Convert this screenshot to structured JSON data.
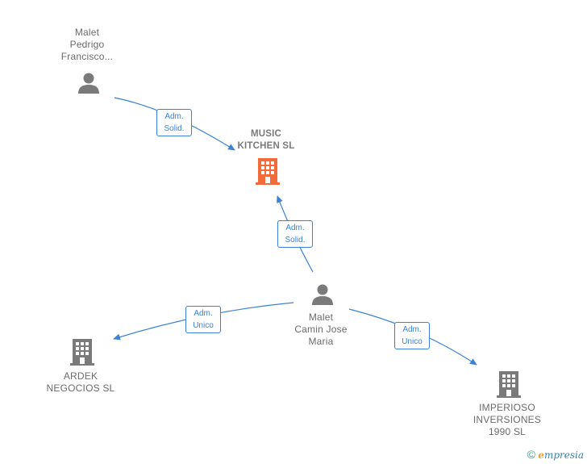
{
  "nodes": {
    "malet_pedrigo": {
      "label": "Malet\nPedrigo\nFrancisco..."
    },
    "music_kitchen": {
      "label": "MUSIC\nKITCHEN  SL"
    },
    "malet_camin": {
      "label": "Malet\nCamin Jose\nMaria"
    },
    "ardek": {
      "label": "ARDEK\nNEGOCIOS  SL"
    },
    "imperioso": {
      "label": "IMPERIOSO\nINVERSIONES\n1990  SL"
    }
  },
  "edges": {
    "e1": {
      "label": "Adm.\nSolid."
    },
    "e2": {
      "label": "Adm.\nSolid."
    },
    "e3": {
      "label": "Adm.\nUnico"
    },
    "e4": {
      "label": "Adm.\nUnico"
    }
  },
  "colors": {
    "edge": "#3b82d6",
    "person": "#7a7a7a",
    "company": "#7a7a7a",
    "focus_company": "#f26b38"
  },
  "footer": {
    "copyright": "©",
    "brand_initial": "e",
    "brand_rest": "mpresia"
  }
}
